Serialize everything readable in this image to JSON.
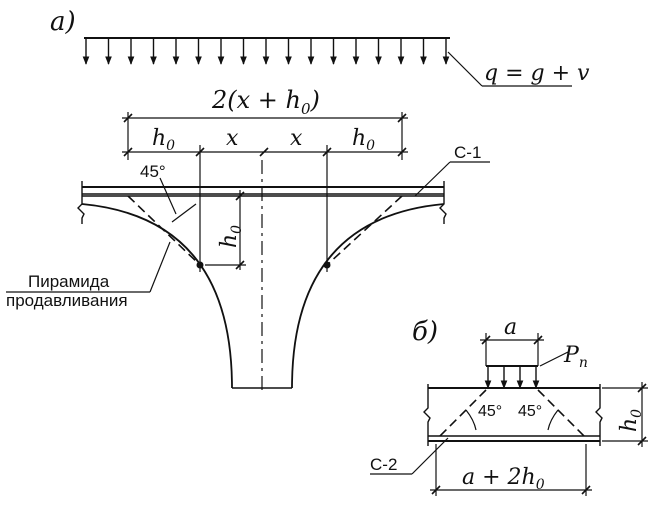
{
  "panel_a": {
    "label": "а)",
    "load_label": "q = g + v",
    "dim_total": "2(x + h",
    "dim_total_sub": "0",
    "dim_total_close": ")",
    "dim_h0_sym": "h",
    "dim_h0_sub": "0",
    "dim_x": "x",
    "angle": "45°",
    "rebar": "С-1",
    "pyramid_line1": "Пирамида",
    "pyramid_line2": "продавливания"
  },
  "panel_b": {
    "label": "б)",
    "dim_a": "a",
    "force_sym": "P",
    "force_sub": "n",
    "angle_left": "45°",
    "angle_right": "45°",
    "dim_h0_sym": "h",
    "dim_h0_sub": "0",
    "rebar": "С-2",
    "dim_bottom_a": "a + 2",
    "dim_bottom_h": "h",
    "dim_bottom_sub": "0"
  }
}
